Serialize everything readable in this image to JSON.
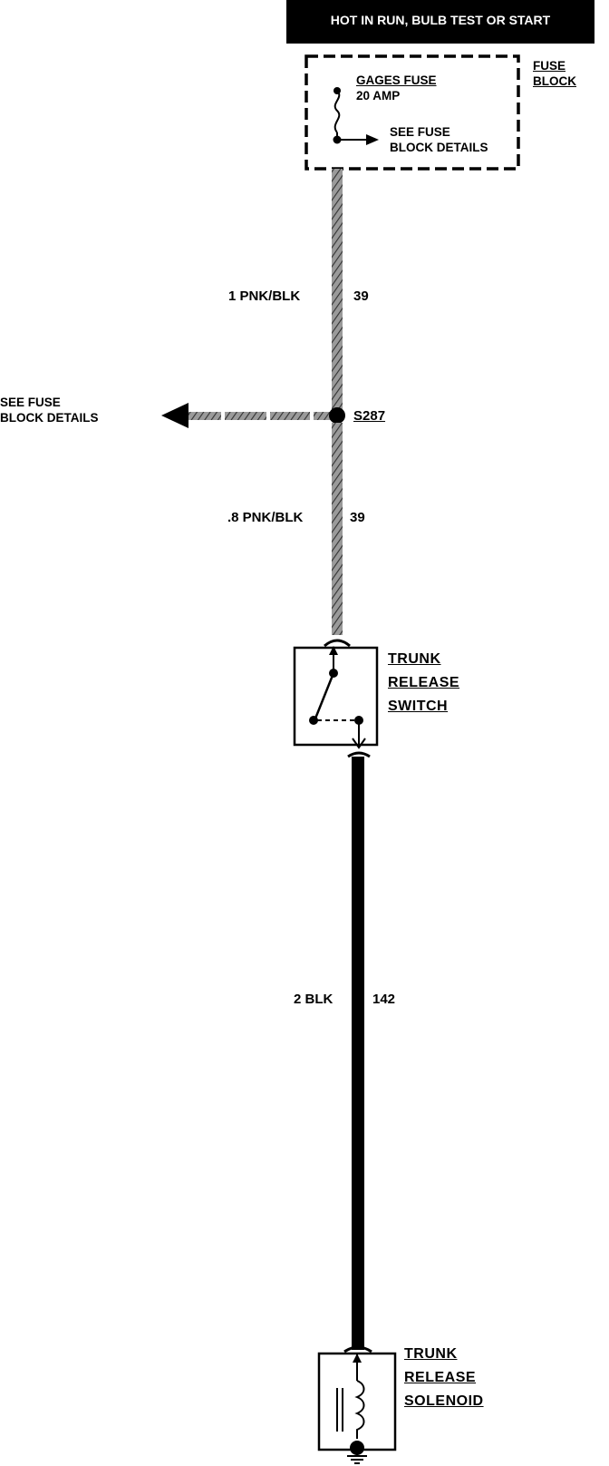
{
  "header": {
    "circuit_power": "HOT IN RUN, BULB TEST OR START"
  },
  "fuse_block": {
    "label_line1": "FUSE",
    "label_line2": "BLOCK",
    "fuse_name": "GAGES FUSE",
    "fuse_rating": "20  AMP",
    "see_details_line1": "SEE FUSE",
    "see_details_line2": "BLOCK DETAILS"
  },
  "wire_upper": {
    "gauge_color": "1 PNK/BLK",
    "circuit": "39"
  },
  "splice": {
    "id": "S287",
    "see_details_line1": "SEE FUSE",
    "see_details_line2": "BLOCK DETAILS"
  },
  "wire_middle": {
    "gauge_color": ".8 PNK/BLK",
    "circuit": "39"
  },
  "switch": {
    "line1": "TRUNK",
    "line2": "RELEASE",
    "line3": "SWITCH"
  },
  "wire_lower": {
    "gauge_color": "2 BLK",
    "circuit": "142"
  },
  "solenoid": {
    "line1": "TRUNK",
    "line2": "RELEASE",
    "line3": "SOLENOID"
  }
}
